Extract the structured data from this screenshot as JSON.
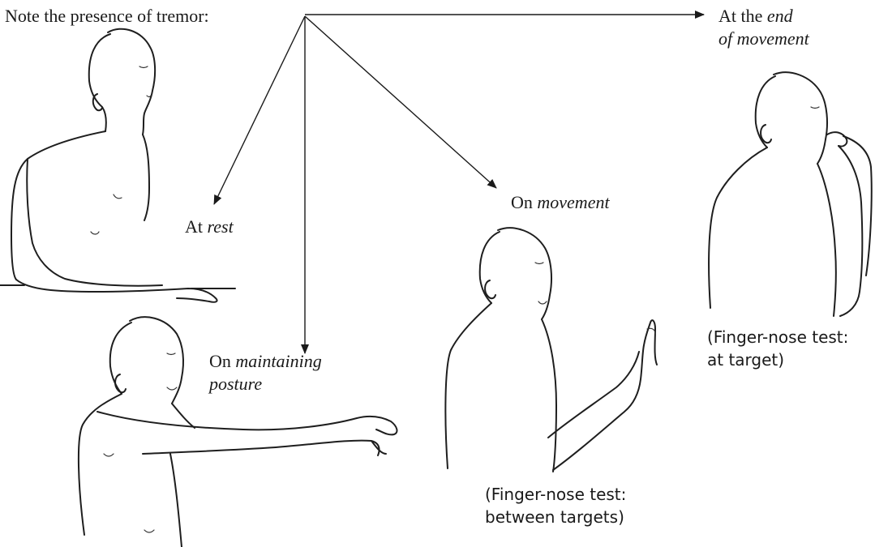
{
  "intro": "Note the presence of tremor:",
  "conditions": {
    "rest": {
      "prefix": "At ",
      "emph": "rest"
    },
    "posture": {
      "prefix": "On ",
      "emph_line1": "maintaining",
      "emph_line2": "posture"
    },
    "movement": {
      "prefix": "On ",
      "emph": "movement"
    },
    "end": {
      "prefix": "At the ",
      "emph_line1": "end",
      "line2": "of movement"
    }
  },
  "captions": {
    "between": {
      "line1": "(Finger-nose test:",
      "line2": "between targets)"
    },
    "at_target": {
      "line1": "(Finger-nose test:",
      "line2": "at target)"
    }
  },
  "arrows": [
    {
      "target": "rest"
    },
    {
      "target": "posture"
    },
    {
      "target": "movement"
    },
    {
      "target": "end"
    }
  ],
  "figures": [
    "seated-at-rest",
    "arm-outstretched",
    "finger-raised-movement",
    "finger-on-nose"
  ]
}
